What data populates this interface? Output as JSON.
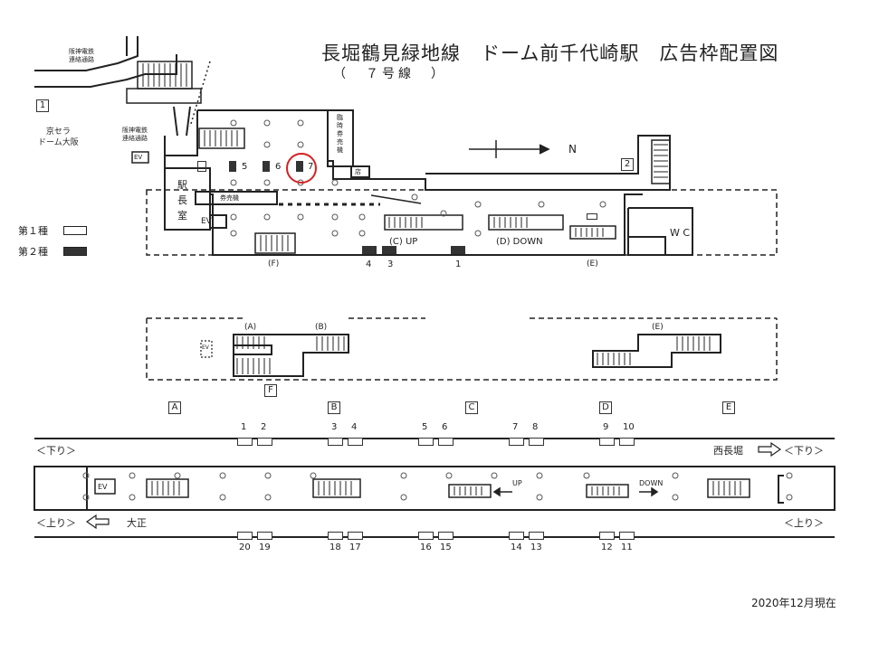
{
  "header": {
    "title": "長堀鶴見緑地線　ドーム前千代崎駅　広告枠配置図",
    "subtitle": "（　７号線　）"
  },
  "legend": {
    "type1": "第１種",
    "type2": "第２種"
  },
  "upper_map": {
    "connection_1": "阪神電鉄\n連絡通路",
    "connection_2": "阪神電鉄\n連絡通路",
    "exit_1": "1",
    "exit_2": "2",
    "kyocera": "京セラ\nドーム大阪",
    "ev": "EV",
    "station_office": "駅\n長\n室",
    "ticket_booth": "券売機",
    "temp_ticket": "臨\n時\n券\n売\n機",
    "shop": "店",
    "wc": "W C",
    "north": "N",
    "up_label": "(C)  UP",
    "down_label": "(D)  DOWN",
    "stair_f": "(F)",
    "stair_e": "(E)",
    "ad_5": "5",
    "ad_6": "6",
    "ad_7": "7",
    "ad_1": "1",
    "ad_3": "3",
    "ad_4": "4"
  },
  "middle_map": {
    "stair_a": "(A)",
    "stair_b": "(B)",
    "stair_e": "(E)",
    "ev": "EV",
    "f_box": "F"
  },
  "platform": {
    "sections": [
      "A",
      "B",
      "C",
      "D",
      "E"
    ],
    "top_numbers": [
      "1",
      "2",
      "3",
      "4",
      "5",
      "6",
      "7",
      "8",
      "9",
      "10"
    ],
    "bottom_numbers": [
      "20",
      "19",
      "18",
      "17",
      "16",
      "15",
      "14",
      "13",
      "12",
      "11"
    ],
    "down_left": "＜下り＞",
    "down_right": "＜下り＞",
    "up_left": "＜上り＞",
    "up_right": "＜上り＞",
    "west": "西長堀",
    "taisho": "大正",
    "ev": "EV",
    "up": "UP",
    "down": "DOWN"
  },
  "footer": {
    "date": "2020年12月現在"
  },
  "colors": {
    "ink": "#222222",
    "highlight": "#d62020",
    "ad_type1": "#ffffff",
    "ad_type2": "#333333"
  }
}
